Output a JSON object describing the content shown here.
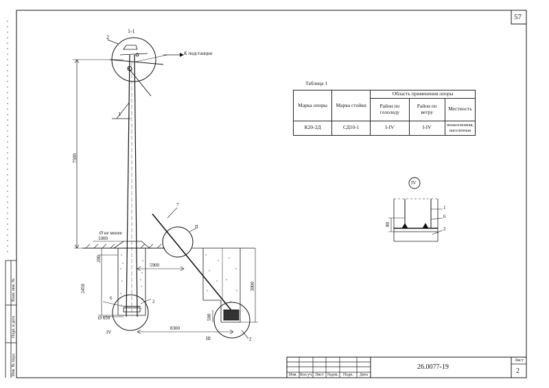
{
  "sheet": {
    "page_number": "57",
    "doc_code": "26.0077-19",
    "sheet_label": "Лист",
    "sheet_number": "2"
  },
  "title_block": {
    "columns": [
      "Изм.",
      "Кол.уч.",
      "Лист",
      "№док.",
      "Подп.",
      "Дата"
    ]
  },
  "side_stamps": [
    "Инв. № подл.",
    "Подп. и дата",
    "Взам. инв. №"
  ],
  "drawing": {
    "section_label": "1-1",
    "to_substation": "К подстанции",
    "height_dim": "7500",
    "diam_note_line1": "Ø не менее",
    "diam_note_line2": "1000",
    "dim_200": "200",
    "dim_2450": "2450",
    "dim_5900": "5900",
    "dim_8300": "8300",
    "dim_3000": "3000",
    "dim_500": "500",
    "dim_650": "Ø 650",
    "callout_1": "1",
    "callout_2a": "2",
    "callout_2b": "2",
    "callout_2c": "2",
    "callout_6": "6",
    "callout_7": "7",
    "view_II": "II",
    "view_III": "III",
    "view_IV": "IV",
    "detail_IV_title": "IV",
    "detail_1": "1",
    "detail_6": "6",
    "detail_2": "2",
    "detail_80": "80"
  },
  "table": {
    "caption": "Таблица 1",
    "col_support": "Марка опоры",
    "col_rack": "Марка стойки",
    "col_area": "Область применения опоры",
    "sub_ice": "Район по гололеду",
    "sub_wind": "Район по ветру",
    "sub_place": "Местность",
    "row": {
      "support": "К20-2Д",
      "rack": "СД10-1",
      "ice": "I-IV",
      "wind": "I-IV",
      "place": "ненаселенная, населенная"
    }
  }
}
